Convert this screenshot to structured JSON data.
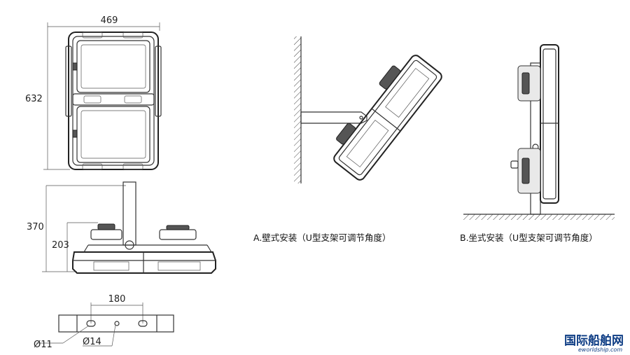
{
  "dimensions": {
    "front_width": "469",
    "front_height": "632",
    "side_total_height": "370",
    "side_body_height": "203",
    "bracket_hole_spacing": "180",
    "hole_small": "Ø11",
    "hole_large": "Ø14"
  },
  "captions": {
    "wall_mount": "A.壁式安装（U型支架可调节角度）",
    "seat_mount": "B.坐式安装（U型支架可调节角度）"
  },
  "watermark": {
    "brand_cn": "国际船舶网",
    "brand_url": "eworldship.com"
  }
}
